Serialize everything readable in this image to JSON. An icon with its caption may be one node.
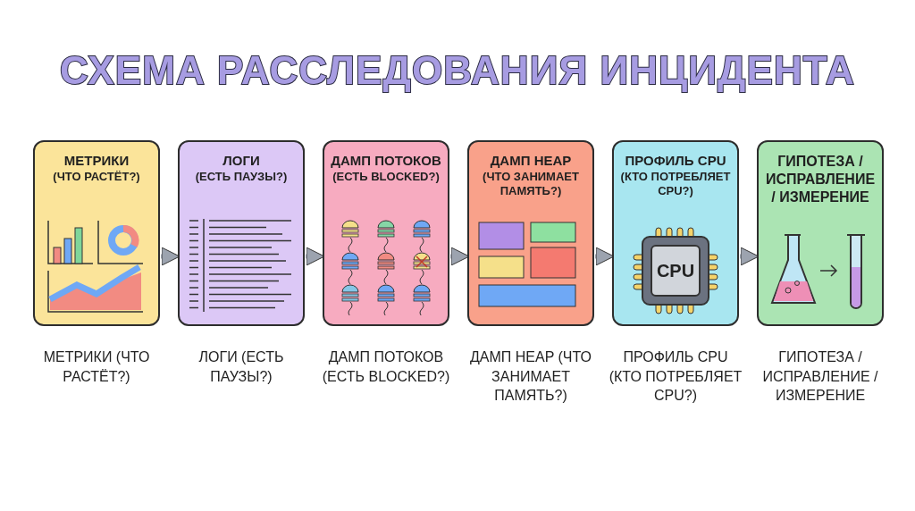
{
  "diagram": {
    "title": "СХЕМА РАССЛЕДОВАНИЯ ИНЦИДЕНТА",
    "nodes": [
      {
        "text": [
          "МЕТРИКИ",
          "(ЧТО РАСТЁТ?)"
        ],
        "beside": [
          "МЕТРИКИ (ЧТО РАСТЁТ?)"
        ]
      },
      {
        "text": [
          "ЛОГИ",
          "(ЕСТЬ ПАУЗЫ?)"
        ],
        "beside": [
          "ЛОГИ (ЕСТЬ ПАУЗЫ?)"
        ]
      },
      {
        "text": [
          "ДАМП ПОТОКОВ",
          "(ЕСТЬ BLOCKED?)"
        ],
        "beside": [
          "ДАМП ПОТОКОВ (ЕСТЬ BLOCKED?)"
        ]
      },
      {
        "text": [
          "ДАМП HEAP",
          "(ЧТО ЗАНИМАЕТ ПАМЯТЬ?)"
        ],
        "beside": [
          "ДАМП HEAP (ЧТО ЗАНИМАЕТ ПАМЯТЬ?)"
        ]
      },
      {
        "text": [
          "ПРОФИЛЬ CPU",
          "(КТО ПОТРЕБЛЯЕТ CPU?)"
        ],
        "beside": [
          "ПРОФИЛЬ CPU (КТО ПОТРЕБЛЯЕТ CPU?)"
        ]
      },
      {
        "text": [
          "ГИПОТЕЗА / ИСПРАВЛЕНИЕ / ИЗМЕРЕНИЕ"
        ],
        "beside": [
          "ГИПОТЕЗА / ИСПРАВЛЕНИЕ / ИЗМЕРЕНИЕ"
        ]
      }
    ],
    "edges": [
      {
        "from": 0,
        "to": 1,
        "arrow": "to"
      },
      {
        "from": 1,
        "to": 2,
        "arrow": "to"
      },
      {
        "from": 2,
        "to": 3,
        "arrow": "to"
      },
      {
        "from": 3,
        "to": 4,
        "arrow": "to"
      },
      {
        "from": 4,
        "to": 5,
        "arrow": "to"
      }
    ],
    "labels": [
      "CPU"
    ]
  }
}
